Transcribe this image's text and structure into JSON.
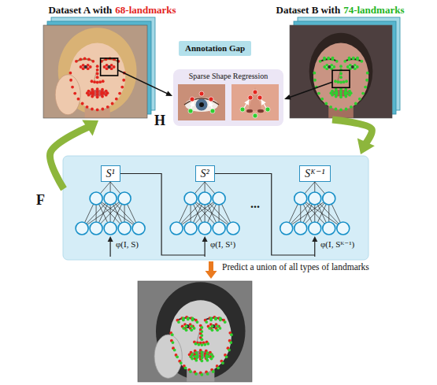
{
  "diagram": {
    "nodes": [
      {
        "text": [
          "Dataset A with",
          "68-landmarks"
        ]
      },
      {
        "text": [
          "Annotation Gap"
        ]
      },
      {
        "text": [
          "Dataset B with",
          "74-landmarks"
        ]
      },
      {
        "text": [
          "Sparse Shape Regression"
        ]
      },
      {
        "text": [
          "F"
        ]
      },
      {
        "text": [
          "S¹"
        ],
        "in": 4
      },
      {
        "text": [
          "S²"
        ],
        "in": 4
      },
      {
        "text": [
          "Sᴷ⁻¹"
        ],
        "in": 4
      }
    ],
    "edges": [
      {
        "from": 2,
        "to": 4,
        "arrow": "to"
      },
      {
        "from": 4,
        "to": 0,
        "arrow": "to"
      }
    ],
    "labels": [
      "H",
      "φ(I, S)",
      "φ(I, S¹)",
      "...",
      "φ(I, Sᴷ⁻¹)",
      "Predict a union of all types of landmarks"
    ]
  }
}
